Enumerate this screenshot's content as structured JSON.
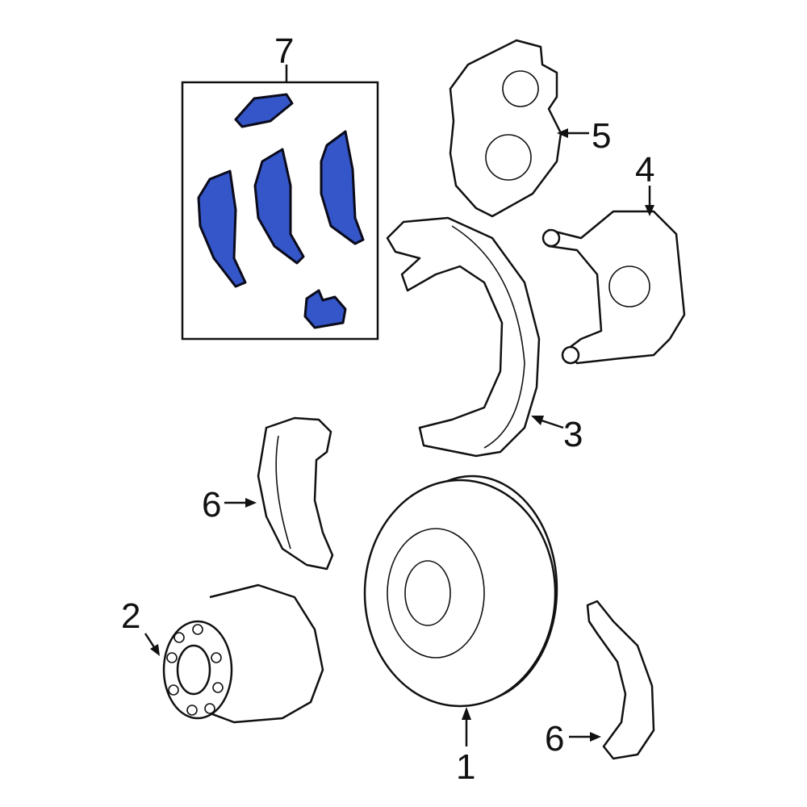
{
  "colors": {
    "highlight": "#3456c8",
    "line": "#111111"
  },
  "callouts": [
    {
      "id": "7",
      "label": "7",
      "part": "brake-pad-kit"
    },
    {
      "id": "5",
      "label": "5",
      "part": "caliper"
    },
    {
      "id": "4",
      "label": "4",
      "part": "caliper-support"
    },
    {
      "id": "3",
      "label": "3",
      "part": "splash-shield"
    },
    {
      "id": "6a",
      "label": "6",
      "part": "brake-pad"
    },
    {
      "id": "2",
      "label": "2",
      "part": "hub"
    },
    {
      "id": "1",
      "label": "1",
      "part": "rotor"
    },
    {
      "id": "6b",
      "label": "6",
      "part": "brake-pad"
    }
  ]
}
